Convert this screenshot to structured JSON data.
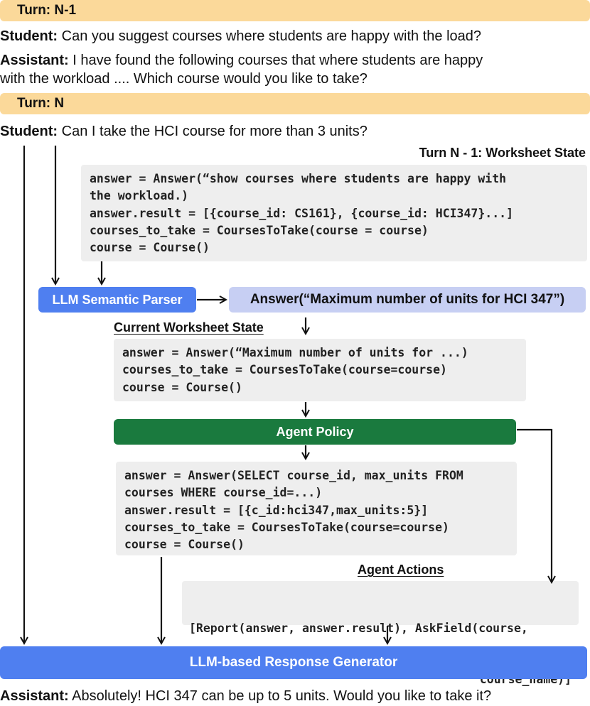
{
  "turn_prev": {
    "label": "Turn: N-1",
    "student_speaker": "Student:",
    "student_text": " Can you suggest courses where students are happy with the load?",
    "assistant_speaker": "Assistant:",
    "assistant_line1": " I have found the following courses that where students are happy",
    "assistant_line2": "with the workload .... Which course would you like to take?"
  },
  "turn_curr": {
    "label": "Turn: N",
    "student_speaker": "Student:",
    "student_text": " Can I take the HCI course for more than 3 units?"
  },
  "prev_state": {
    "title": "Turn N - 1: Worksheet State",
    "code": "answer = Answer(“show courses where students are happy with\nthe workload.)\nanswer.result = [{course_id: CS161}, {course_id: HCI347}...]\ncourses_to_take = CoursesToTake(course = course)\ncourse = Course()"
  },
  "parser": {
    "label": "LLM  Semantic Parser"
  },
  "parsed_answer": {
    "label": "Answer(“Maximum number of units for HCI 347”)"
  },
  "current_state": {
    "title": "Current Worksheet State",
    "code": "answer = Answer(“Maximum number of units for ...)\ncourses_to_take = CoursesToTake(course=course)\ncourse = Course()"
  },
  "agent_policy": {
    "label": "Agent Policy"
  },
  "updated_state": {
    "code": "answer = Answer(SELECT course_id, max_units FROM\ncourses WHERE course_id=...)\nanswer.result = [{c_id:hci347,max_units:5}]\ncourses_to_take = CoursesToTake(course=course)\ncourse = Course()"
  },
  "agent_actions": {
    "title": "Agent  Actions",
    "line1": "[Report(answer, answer.result), AskField(course,",
    "line2": "course_name)]"
  },
  "response_generator": {
    "label": "LLM-based Response Generator"
  },
  "final_reply": {
    "speaker": "Assistant:",
    "text": " Absolutely! HCI 347 can be up to 5 units. Would you like to take it?"
  },
  "colors": {
    "turn_bar": "#fbd99a",
    "parser_blue": "#4f7ff0",
    "answer_lavender": "#c7cff3",
    "policy_green": "#1a7a3e",
    "generator_blue": "#4f7ff0",
    "code_bg": "#eeeeee"
  }
}
